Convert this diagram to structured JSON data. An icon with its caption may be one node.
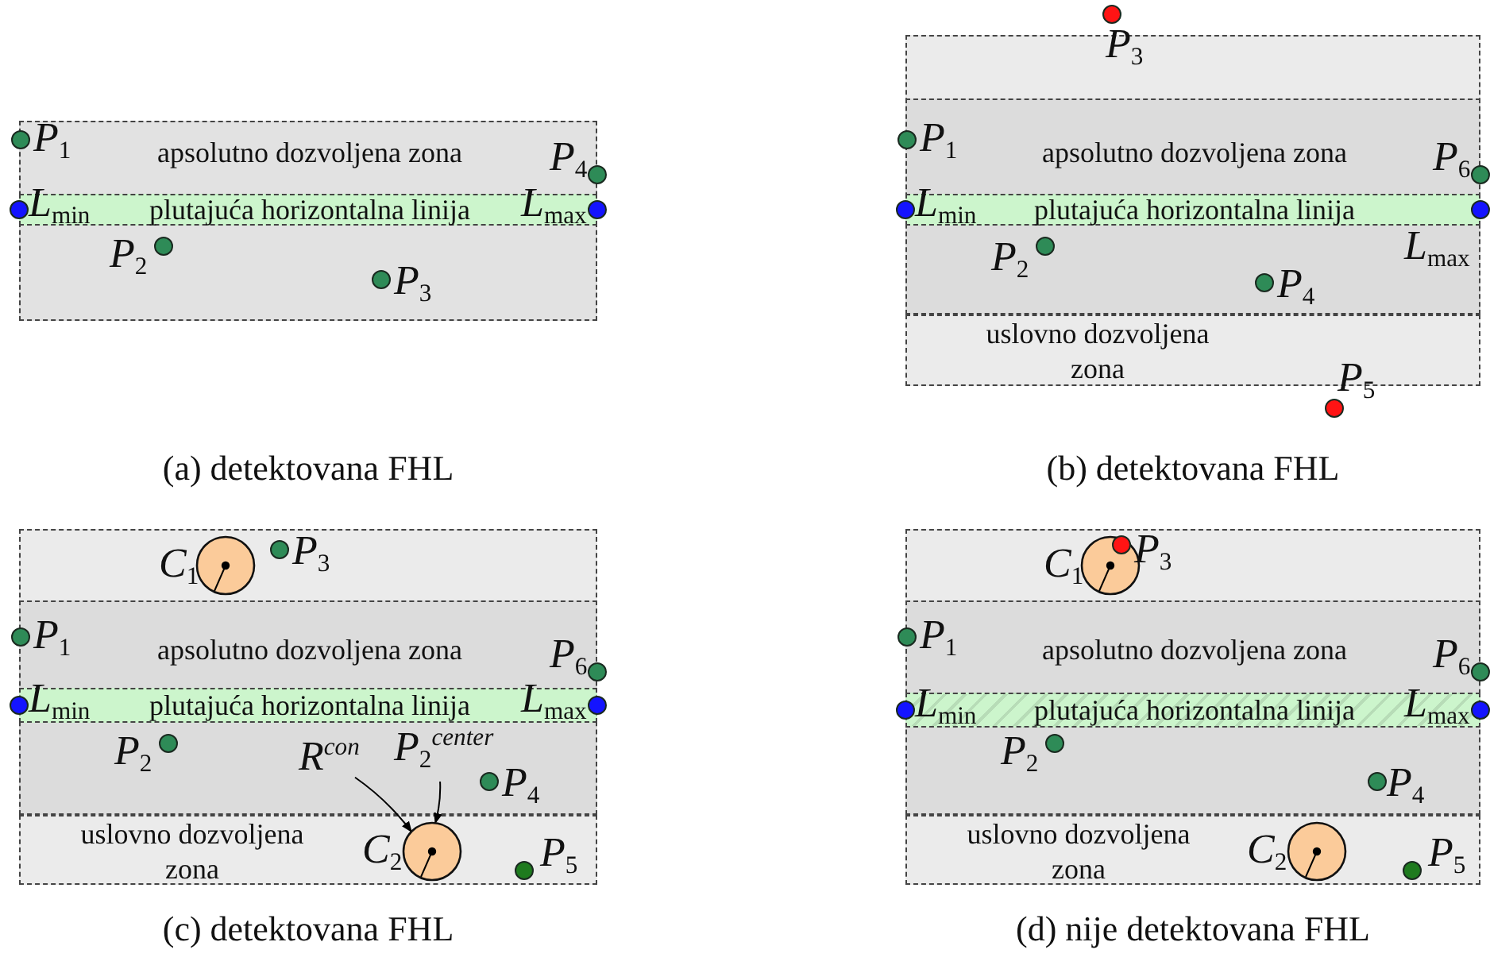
{
  "diagram": {
    "nodes": [
      {
        "text": [
          "apsolutno dozvoljena zona"
        ]
      },
      {
        "text": [
          "plutajuća horizontalna linija"
        ],
        "in": 0
      },
      {
        "text": [],
        "shape": "circle",
        "beside": [
          "*P*$_{1}$"
        ]
      },
      {
        "text": [],
        "shape": "circle",
        "beside": [
          "*P*$_{4}$"
        ]
      },
      {
        "text": [],
        "shape": "circle",
        "beside": [
          "*L*$_{min}$"
        ]
      },
      {
        "text": [],
        "shape": "circle",
        "beside": [
          "*L*$_{max}$"
        ]
      },
      {
        "text": [],
        "shape": "circle",
        "beside": [
          "*P*$_{2}$"
        ],
        "in": 0
      },
      {
        "text": [],
        "shape": "circle",
        "beside": [
          "*P*$_{3}$"
        ],
        "in": 0
      },
      {
        "text": [],
        "shape": "box"
      },
      {
        "text": [
          "apsolutno dozvoljena zona"
        ],
        "in": 8
      },
      {
        "text": [
          "plutajuća horizontalna linija"
        ],
        "in": 9
      },
      {
        "text": [],
        "shape": "circle",
        "beside": [
          "*P*$_{3}$"
        ]
      },
      {
        "text": [],
        "shape": "circle",
        "beside": [
          "*P*$_{1}$"
        ]
      },
      {
        "text": [],
        "shape": "circle",
        "beside": [
          "*P*$_{6}$"
        ]
      },
      {
        "text": [],
        "shape": "circle",
        "beside": [
          "*L*$_{min}$"
        ]
      },
      {
        "text": [],
        "shape": "circle",
        "beside": [
          "*L*$_{max}$"
        ]
      },
      {
        "text": [],
        "shape": "circle",
        "beside": [
          "*P*$_{2}$"
        ],
        "in": 9
      },
      {
        "text": [],
        "shape": "circle",
        "beside": [
          "*P*$_{4}$"
        ],
        "in": 9
      },
      {
        "text": [
          "uslovno dozvoljena zona"
        ],
        "in": 8
      },
      {
        "text": [],
        "shape": "circle",
        "beside": [
          "*P*$_{5}$"
        ]
      },
      {
        "text": [],
        "shape": "box"
      },
      {
        "text": [],
        "shape": "circle",
        "beside": [
          "*C*$_{1}$"
        ],
        "in": 20
      },
      {
        "text": [],
        "shape": "circle",
        "beside": [
          "*P*$_{3}$"
        ],
        "in": 20
      },
      {
        "text": [
          "apsolutno dozvoljena zona"
        ],
        "in": 20
      },
      {
        "text": [
          "plutajuća horizontalna linija"
        ],
        "in": 23
      },
      {
        "text": [],
        "shape": "circle",
        "beside": [
          "*P*$_{1}$"
        ]
      },
      {
        "text": [],
        "shape": "circle",
        "beside": [
          "*P*$_{6}$"
        ]
      },
      {
        "text": [],
        "shape": "circle",
        "beside": [
          "*L*$_{min}$"
        ]
      },
      {
        "text": [],
        "shape": "circle",
        "beside": [
          "*L*$_{max}$"
        ]
      },
      {
        "text": [],
        "shape": "circle",
        "beside": [
          "*P*$_{2}$"
        ],
        "in": 23
      },
      {
        "text": [
          "*R*$^{con}$"
        ],
        "in": 23
      },
      {
        "text": [
          "*P*$_{2}$$^{center}$"
        ],
        "in": 23
      },
      {
        "text": [],
        "shape": "circle",
        "beside": [
          "*P*$_{4}$"
        ],
        "in": 23
      },
      {
        "text": [
          "uslovno dozvoljena zona"
        ],
        "in": 20
      },
      {
        "text": [],
        "shape": "circle",
        "beside": [
          "*C*$_{2}$"
        ],
        "in": 33
      },
      {
        "text": [],
        "shape": "circle",
        "beside": [
          "*P*$_{5}$"
        ],
        "in": 33
      },
      {
        "text": [],
        "shape": "box"
      },
      {
        "text": [],
        "shape": "circle",
        "beside": [
          "*C*$_{1}$"
        ],
        "in": 36
      },
      {
        "text": [],
        "shape": "circle",
        "beside": [
          "*P*$_{3}$"
        ],
        "in": 37
      },
      {
        "text": [
          "apsolutno dozvoljena zona"
        ],
        "in": 36
      },
      {
        "text": [
          "plutajuća horizontalna linija"
        ],
        "in": 39
      },
      {
        "text": [],
        "shape": "circle",
        "beside": [
          "*P*$_{1}$"
        ]
      },
      {
        "text": [],
        "shape": "circle",
        "beside": [
          "*P*$_{6}$"
        ]
      },
      {
        "text": [],
        "shape": "circle",
        "beside": [
          "*L*$_{min}$"
        ]
      },
      {
        "text": [],
        "shape": "circle",
        "beside": [
          "*L*$_{max}$"
        ]
      },
      {
        "text": [],
        "shape": "circle",
        "beside": [
          "*P*$_{2}$"
        ],
        "in": 39
      },
      {
        "text": [],
        "shape": "circle",
        "beside": [
          "*P*$_{4}$"
        ],
        "in": 39
      },
      {
        "text": [
          "uslovno dozvoljena zona"
        ],
        "in": 36
      },
      {
        "text": [],
        "shape": "circle",
        "beside": [
          "*C*$_{2}$"
        ],
        "in": 47
      },
      {
        "text": [],
        "shape": "circle",
        "beside": [
          "*P*$_{5}$"
        ],
        "in": 47
      }
    ],
    "edges": [
      {
        "from": 30,
        "to": 34,
        "arrow": "to"
      },
      {
        "from": 31,
        "to": 34,
        "arrow": "to"
      }
    ],
    "labels": [
      "(a) detektovana FHL",
      "(b) detektovana FHL",
      "(c) detektovana FHL",
      "(d) nije detektovana FHL"
    ]
  }
}
